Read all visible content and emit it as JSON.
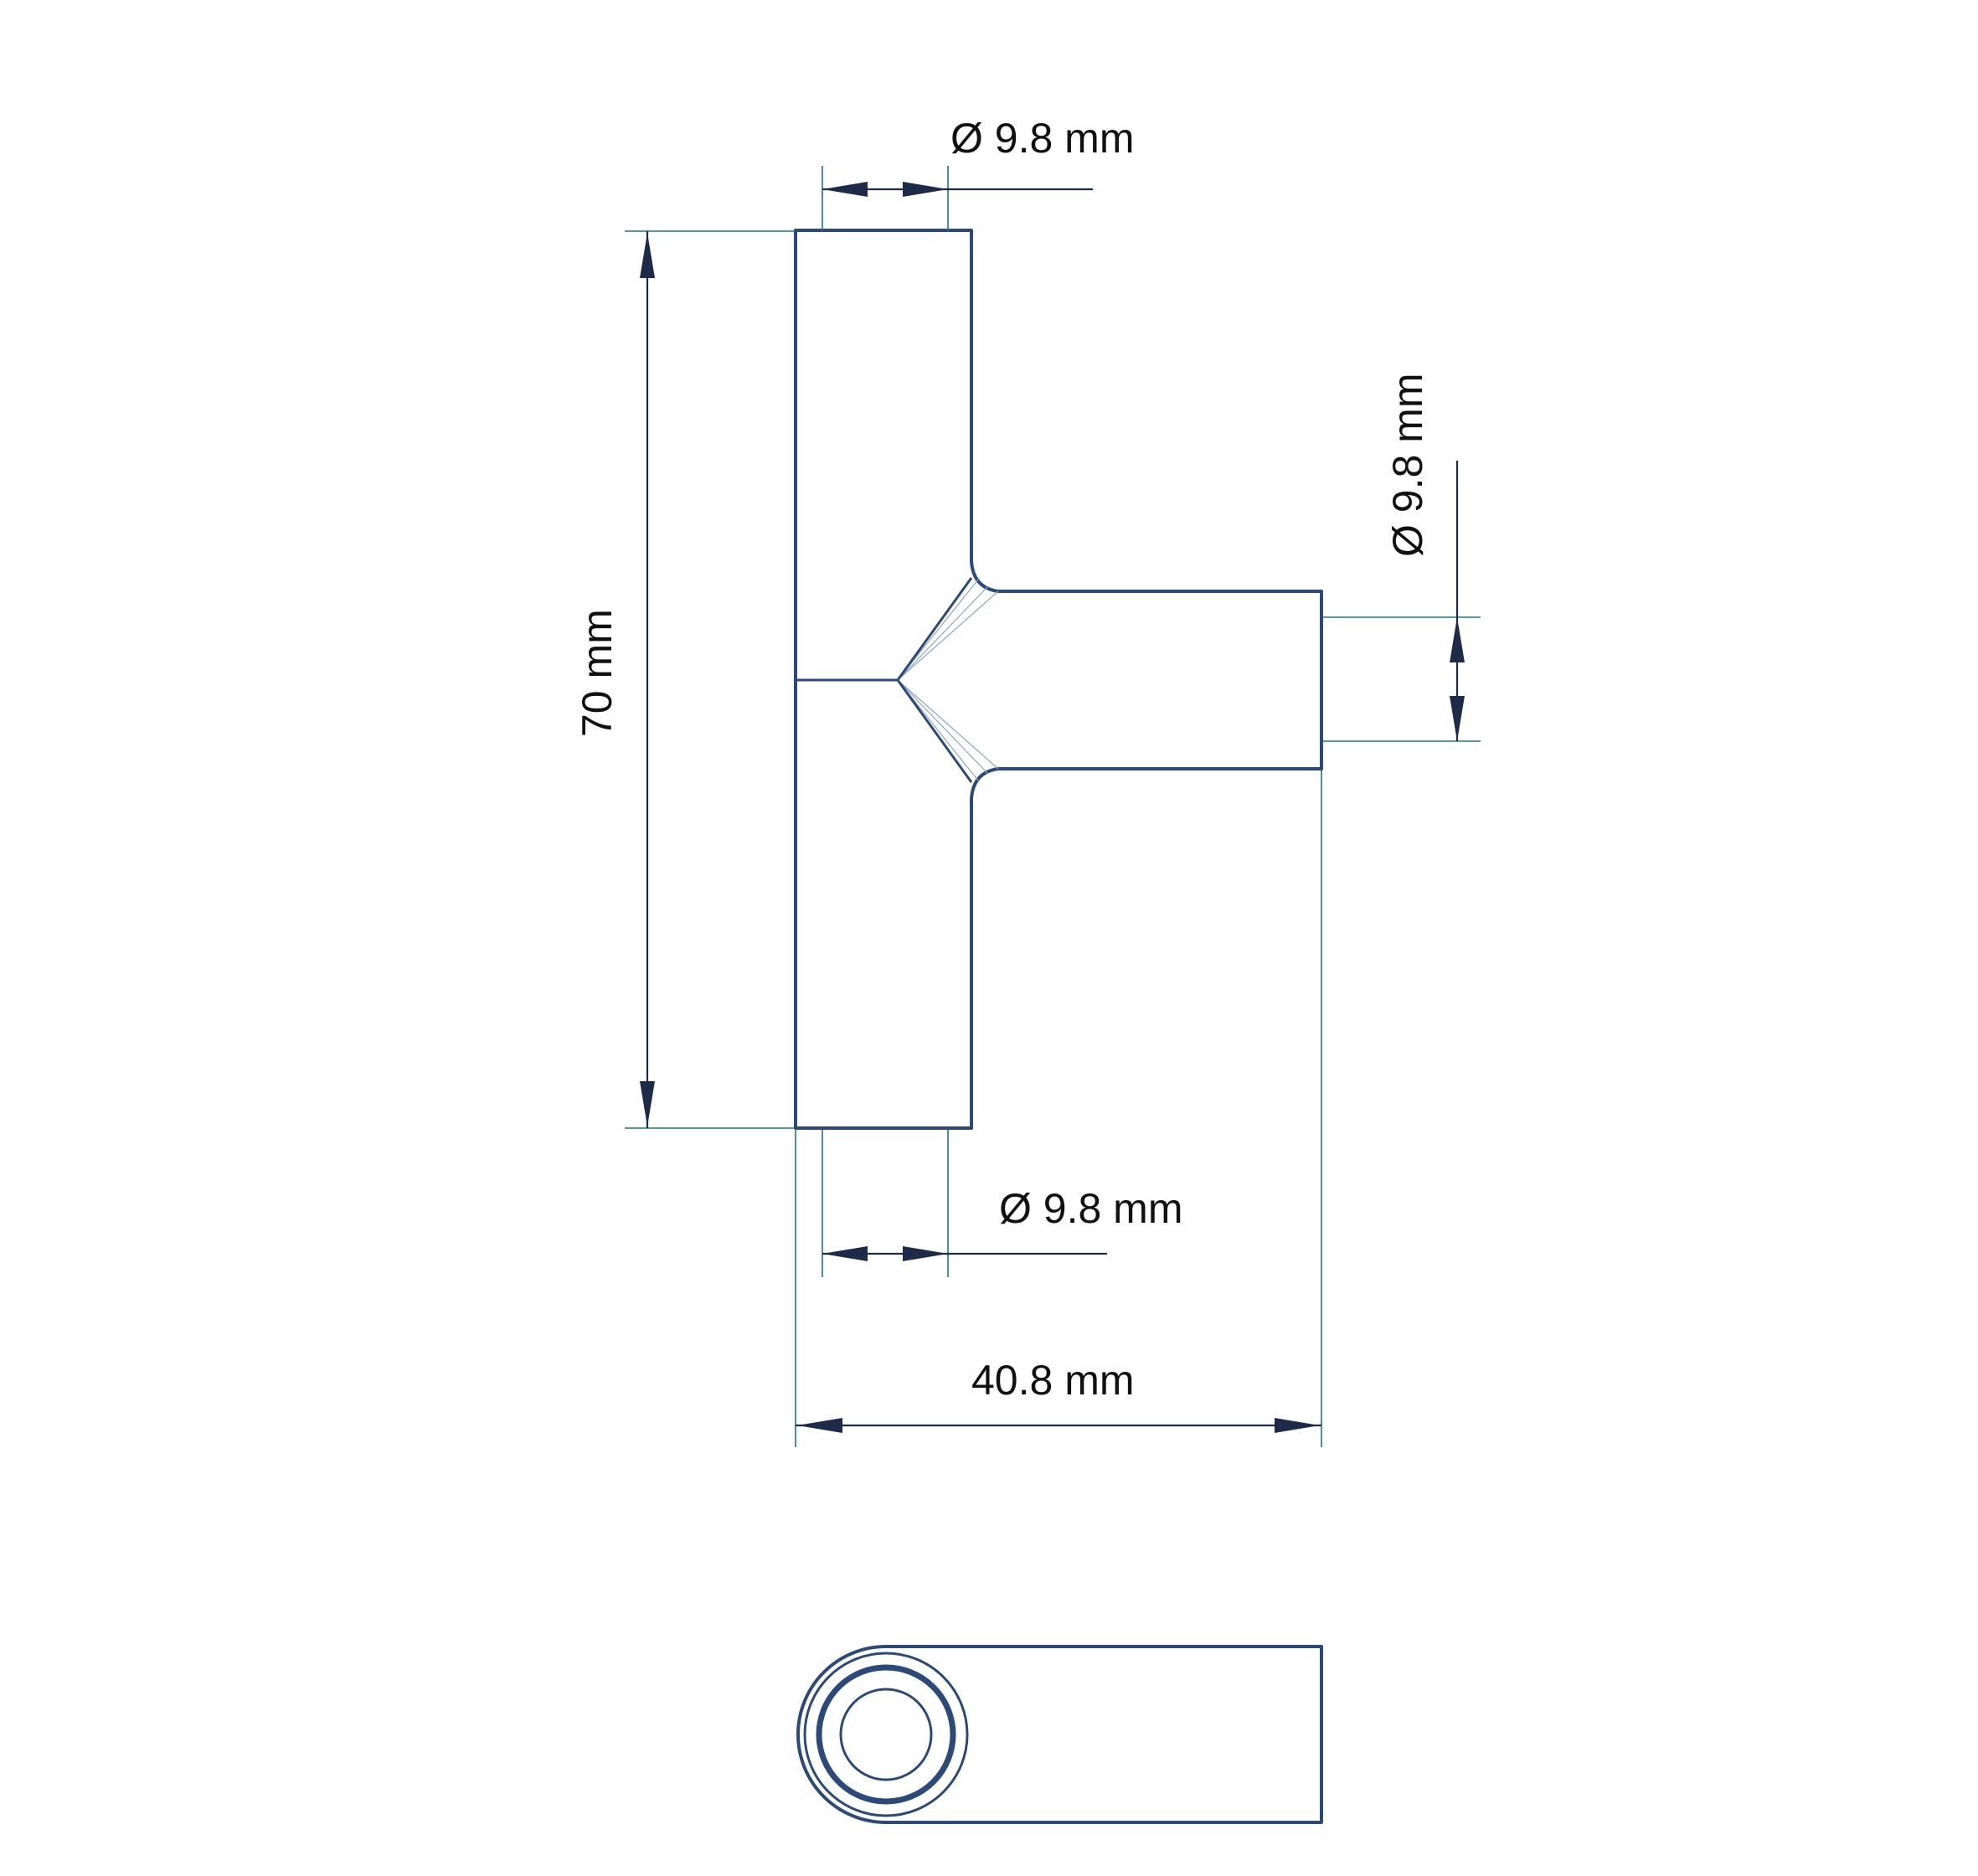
{
  "colors": {
    "outline": "#2b4a7a",
    "extension_lines": "#1f7a72",
    "dimension_lines": "#1d2b48",
    "text": "#111111",
    "background": "#ffffff"
  },
  "dimensions": {
    "top_diameter": "Ø 9.8 mm",
    "side_diameter": "Ø 9.8 mm",
    "bottom_diameter": "Ø 9.8 mm",
    "height": "70 mm",
    "width": "40.8 mm"
  }
}
